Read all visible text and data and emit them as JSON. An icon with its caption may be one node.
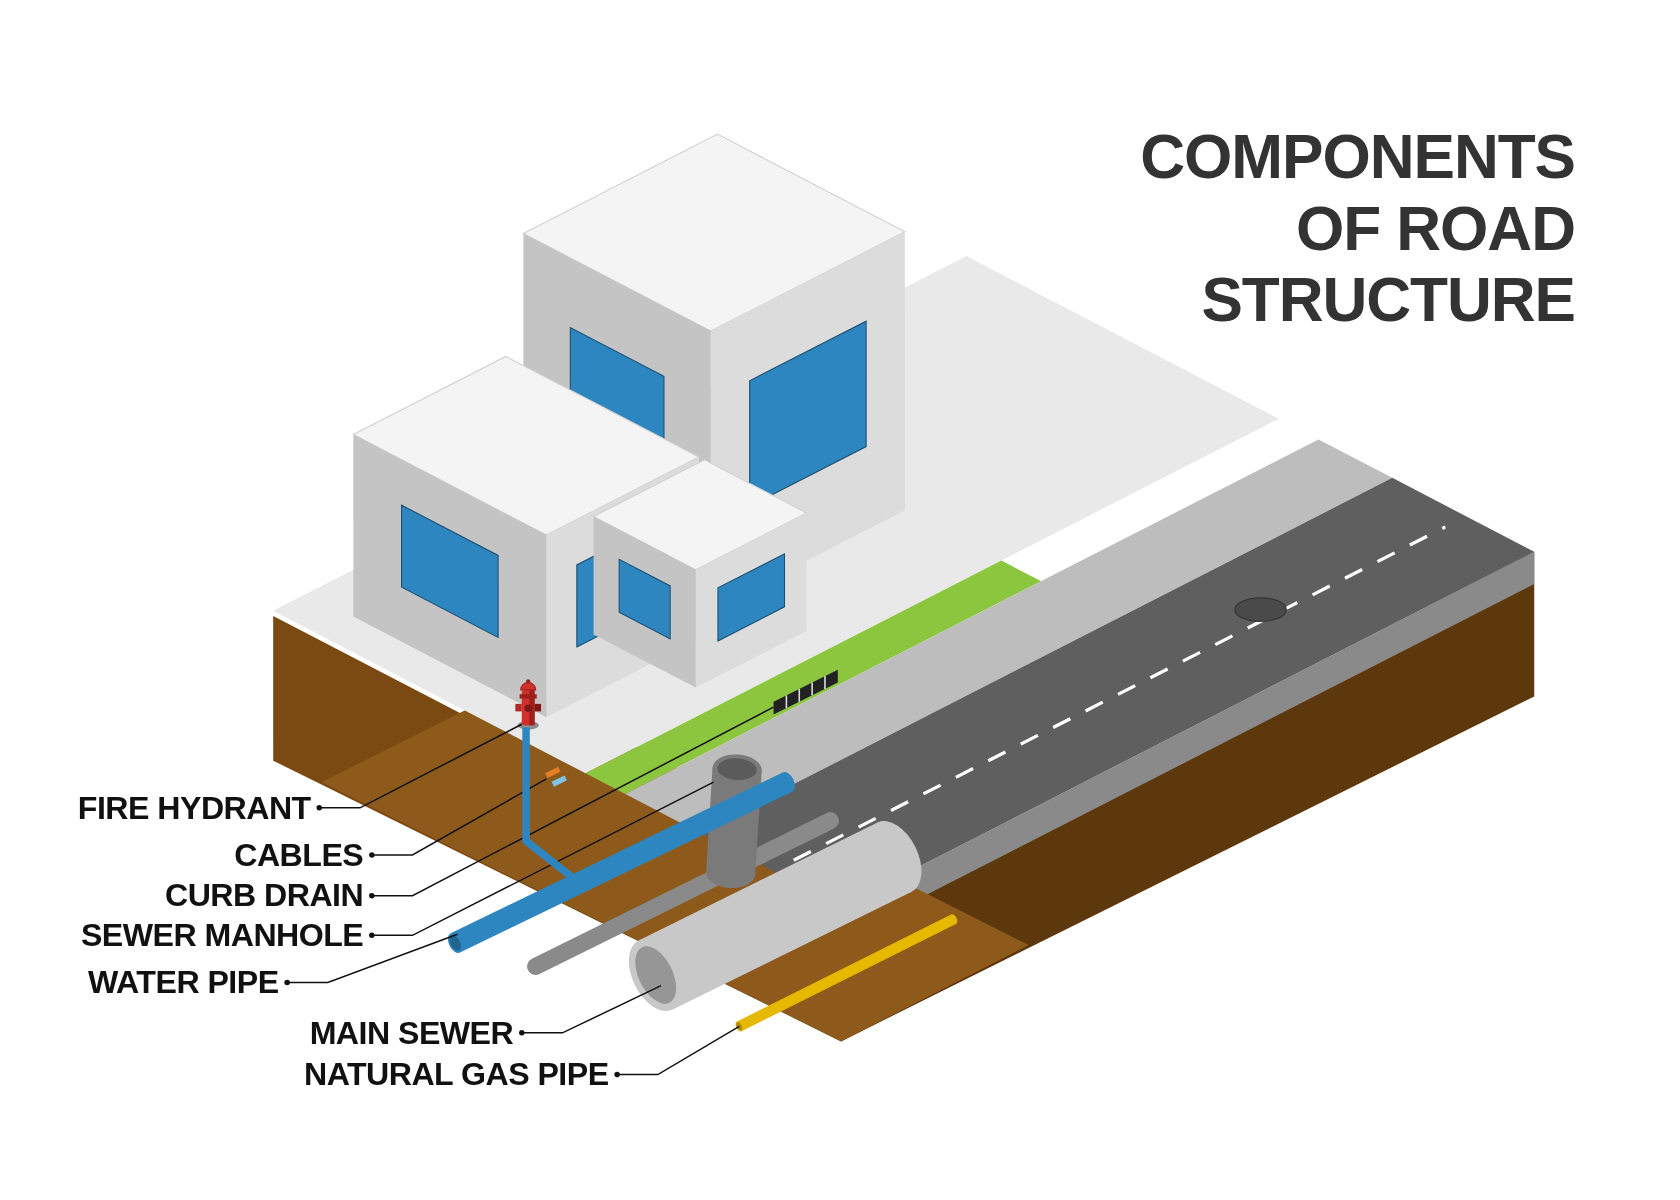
{
  "diagram": {
    "title": "COMPONENTS OF ROAD STRUCTURE",
    "nodes": [
      {
        "text": [
          "FIRE HYDRANT"
        ]
      },
      {
        "text": [
          "CABLES"
        ]
      },
      {
        "text": [
          "CURB DRAIN"
        ]
      },
      {
        "text": [
          "SEWER MANHOLE"
        ]
      },
      {
        "text": [
          "WATER PIPE"
        ]
      },
      {
        "text": [
          "MAIN SEWER"
        ]
      },
      {
        "text": [
          "NATURAL GAS PIPE"
        ]
      },
      {
        "text": [],
        "shape": "picture"
      },
      {
        "text": [],
        "shape": "bar"
      },
      {
        "text": [],
        "shape": "box"
      },
      {
        "text": [],
        "shape": "cylinder"
      },
      {
        "text": [],
        "shape": "cylinder"
      },
      {
        "text": [],
        "shape": "cylinder"
      },
      {
        "text": [],
        "shape": "cylinder"
      }
    ],
    "edges": [
      {
        "from": 0,
        "to": 7,
        "arrow": "other"
      },
      {
        "from": 1,
        "to": 8,
        "arrow": "other"
      },
      {
        "from": 2,
        "to": 9,
        "arrow": "other"
      },
      {
        "from": 3,
        "to": 10,
        "arrow": "other"
      },
      {
        "from": 4,
        "to": 11,
        "arrow": "other"
      },
      {
        "from": 5,
        "to": 12,
        "arrow": "other"
      },
      {
        "from": 6,
        "to": 13,
        "arrow": "other"
      },
      {
        "from": 7,
        "to": 11,
        "arrow": "none",
        "style": "thick",
        "color": "#2e86c1"
      }
    ]
  }
}
